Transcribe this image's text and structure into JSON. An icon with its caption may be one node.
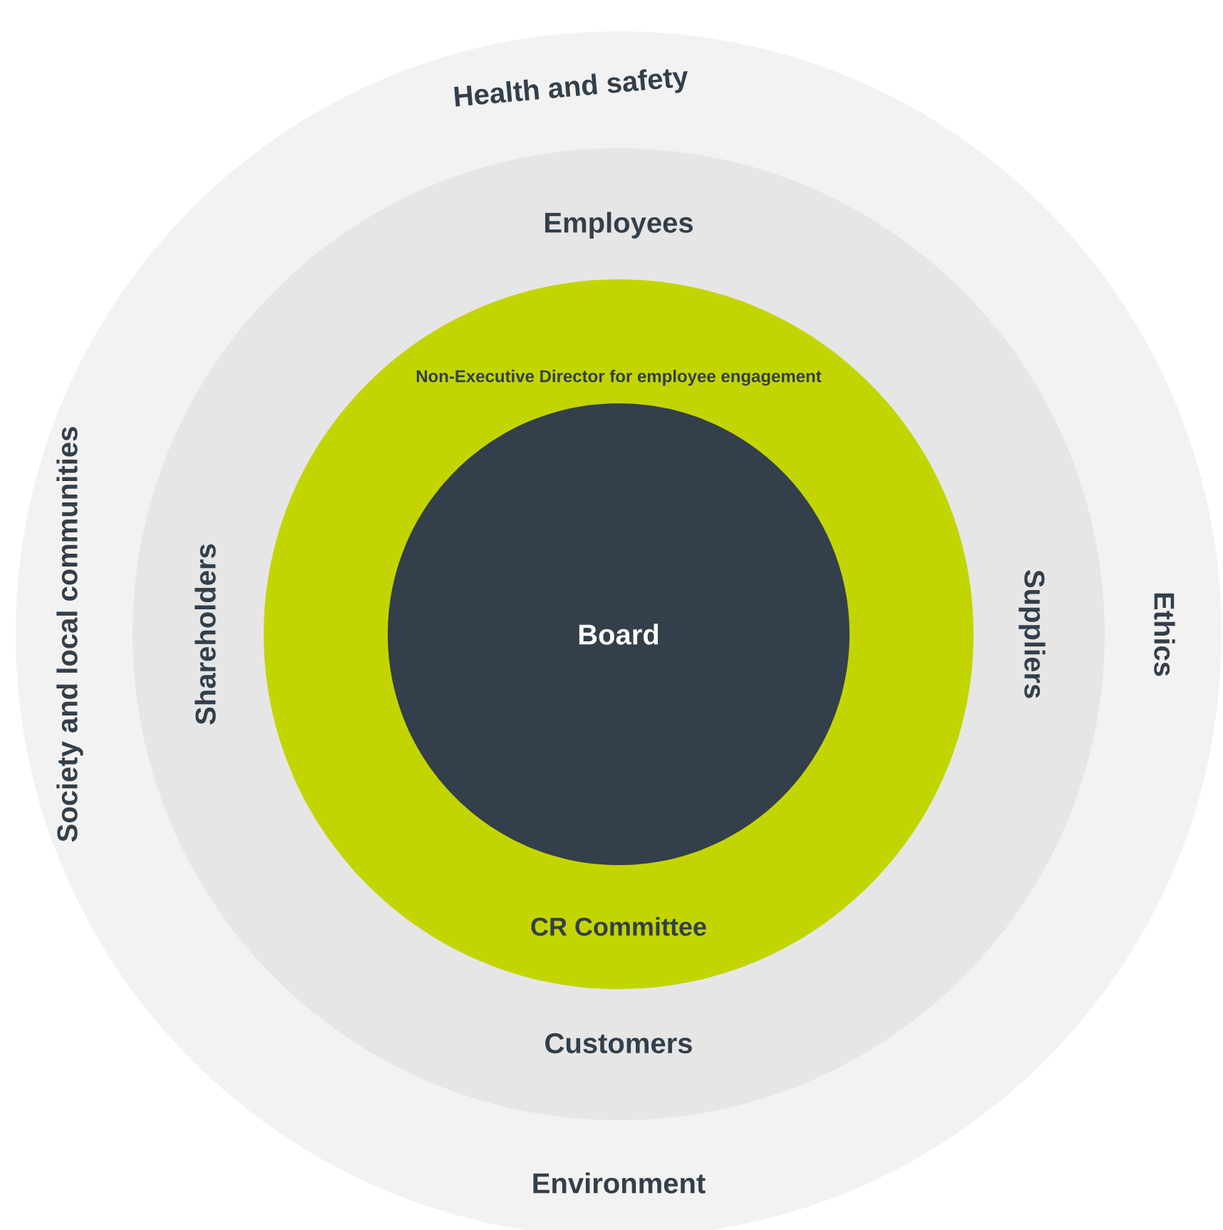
{
  "diagram": {
    "nodes": [
      {
        "text": [
          "Health and safety",
          "Ethics",
          "Environment",
          "Society and local communities"
        ]
      },
      {
        "text": [
          "Employees",
          "Suppliers",
          "Customers",
          "Shareholders"
        ],
        "in": 0
      },
      {
        "text": [
          "Non-Executive Director for employee engagement",
          "CR Committee"
        ],
        "in": 1
      },
      {
        "text": [
          "Board"
        ],
        "in": 2
      }
    ]
  }
}
